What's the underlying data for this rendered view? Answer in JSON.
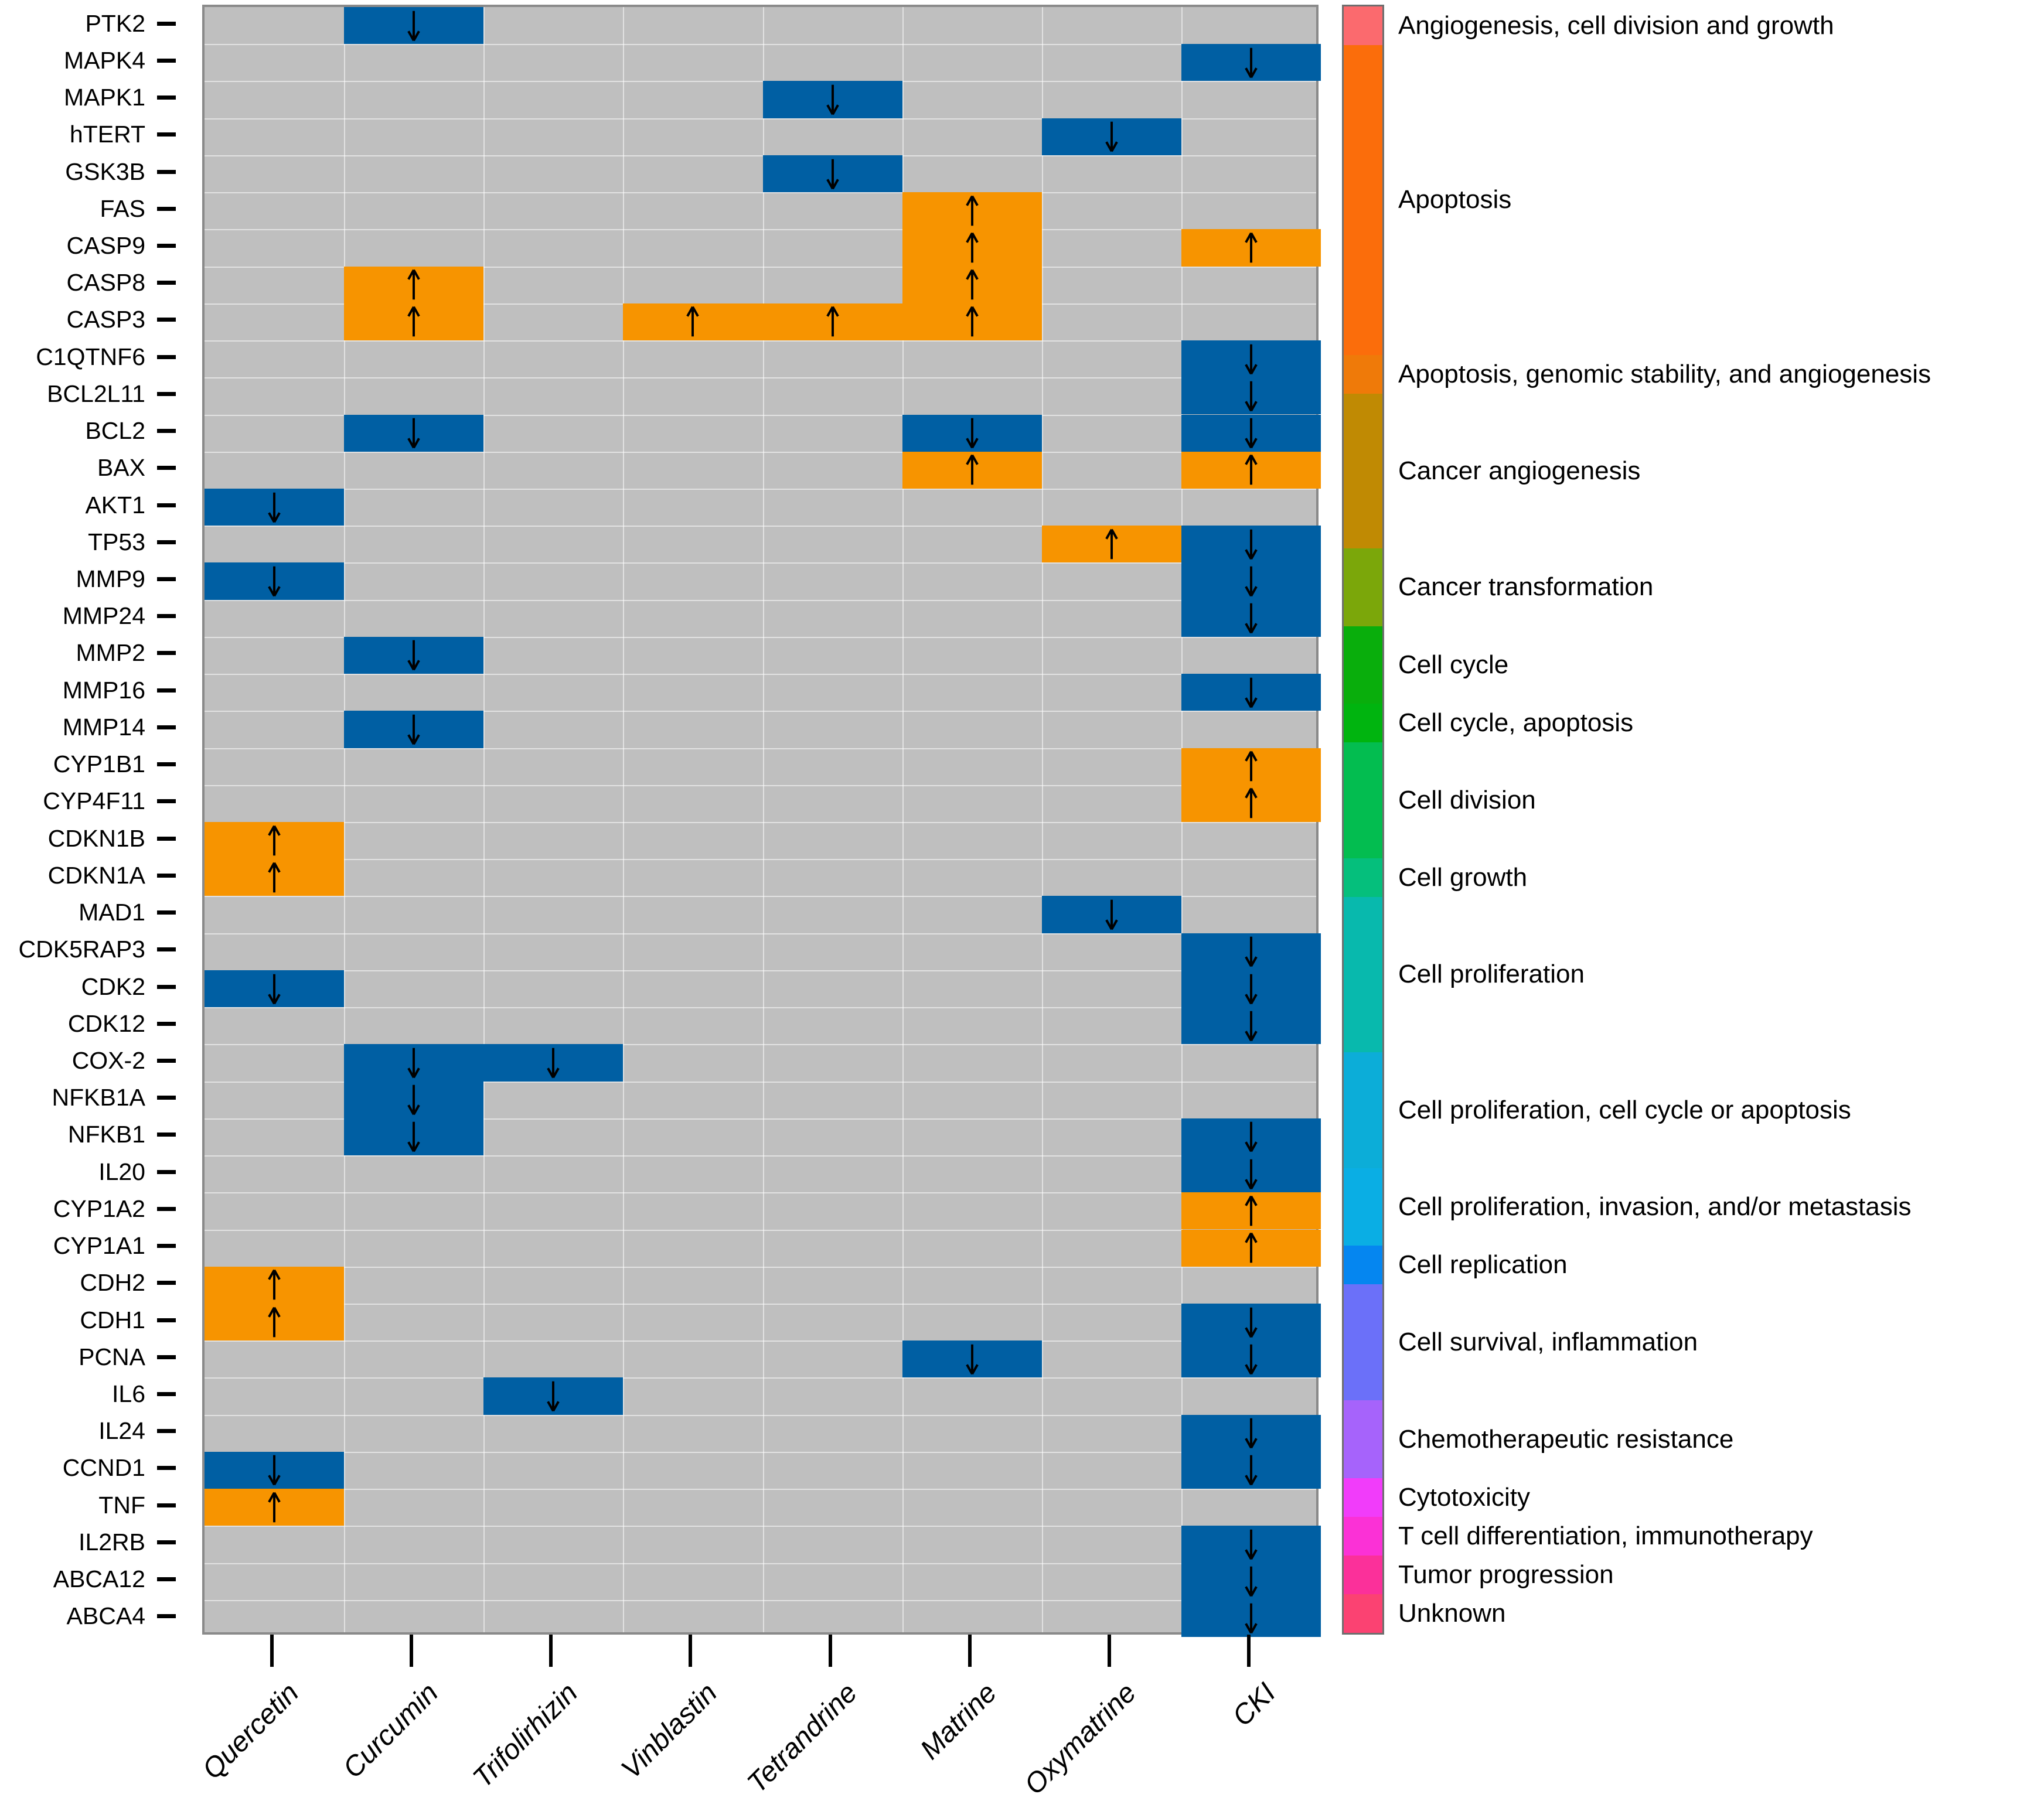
{
  "chart_data": {
    "type": "heatmap",
    "title": "",
    "xlabel": "",
    "ylabel": "",
    "grid": true,
    "legend_position": "right",
    "background_color": "#bfbfbf",
    "up_color": "#f79400",
    "down_color": "#005fa3",
    "none_color": "#bfbfbf",
    "up_symbol": "↑",
    "down_symbol": "↓",
    "categories": [
      "Quercetin",
      "Curcumin",
      "Trifolirhizin",
      "Vinblastin",
      "Tetrandrine",
      "Matrine",
      "Oxymatrine",
      "CKI"
    ],
    "genes": [
      "PTK2",
      "MAPK4",
      "MAPK1",
      "hTERT",
      "GSK3B",
      "FAS",
      "CASP9",
      "CASP8",
      "CASP3",
      "C1QTNF6",
      "BCL2L11",
      "BCL2",
      "BAX",
      "AKT1",
      "TP53",
      "MMP9",
      "MMP24",
      "MMP2",
      "MMP16",
      "MMP14",
      "CYP1B1",
      "CYP4F11",
      "CDKN1B",
      "CDKN1A",
      "MAD1",
      "CDK5RAP3",
      "CDK2",
      "CDK12",
      "COX-2",
      "NFKB1A",
      "NFKB1",
      "IL20",
      "CYP1A2",
      "CYP1A1",
      "CDH2",
      "CDH1",
      "PCNA",
      "IL6",
      "IL24",
      "CCND1",
      "TNF",
      "IL2RB",
      "ABCA12",
      "ABCA4"
    ],
    "values": [
      [
        "none",
        "down",
        "none",
        "none",
        "none",
        "none",
        "none",
        "none"
      ],
      [
        "none",
        "none",
        "none",
        "none",
        "none",
        "none",
        "none",
        "down"
      ],
      [
        "none",
        "none",
        "none",
        "none",
        "down",
        "none",
        "none",
        "none"
      ],
      [
        "none",
        "none",
        "none",
        "none",
        "none",
        "none",
        "down",
        "none"
      ],
      [
        "none",
        "none",
        "none",
        "none",
        "down",
        "none",
        "none",
        "none"
      ],
      [
        "none",
        "none",
        "none",
        "none",
        "none",
        "up",
        "none",
        "none"
      ],
      [
        "none",
        "none",
        "none",
        "none",
        "none",
        "up",
        "none",
        "up"
      ],
      [
        "none",
        "up",
        "none",
        "none",
        "none",
        "up",
        "none",
        "none"
      ],
      [
        "none",
        "up",
        "none",
        "up",
        "up",
        "up",
        "none",
        "none"
      ],
      [
        "none",
        "none",
        "none",
        "none",
        "none",
        "none",
        "none",
        "down"
      ],
      [
        "none",
        "none",
        "none",
        "none",
        "none",
        "none",
        "none",
        "down"
      ],
      [
        "none",
        "down",
        "none",
        "none",
        "none",
        "down",
        "none",
        "down"
      ],
      [
        "none",
        "none",
        "none",
        "none",
        "none",
        "up",
        "none",
        "up"
      ],
      [
        "down",
        "none",
        "none",
        "none",
        "none",
        "none",
        "none",
        "none"
      ],
      [
        "none",
        "none",
        "none",
        "none",
        "none",
        "none",
        "up",
        "down"
      ],
      [
        "down",
        "none",
        "none",
        "none",
        "none",
        "none",
        "none",
        "down"
      ],
      [
        "none",
        "none",
        "none",
        "none",
        "none",
        "none",
        "none",
        "down"
      ],
      [
        "none",
        "down",
        "none",
        "none",
        "none",
        "none",
        "none",
        "none"
      ],
      [
        "none",
        "none",
        "none",
        "none",
        "none",
        "none",
        "none",
        "down"
      ],
      [
        "none",
        "down",
        "none",
        "none",
        "none",
        "none",
        "none",
        "none"
      ],
      [
        "none",
        "none",
        "none",
        "none",
        "none",
        "none",
        "none",
        "up"
      ],
      [
        "none",
        "none",
        "none",
        "none",
        "none",
        "none",
        "none",
        "up"
      ],
      [
        "up",
        "none",
        "none",
        "none",
        "none",
        "none",
        "none",
        "none"
      ],
      [
        "up",
        "none",
        "none",
        "none",
        "none",
        "none",
        "none",
        "none"
      ],
      [
        "none",
        "none",
        "none",
        "none",
        "none",
        "none",
        "down",
        "none"
      ],
      [
        "none",
        "none",
        "none",
        "none",
        "none",
        "none",
        "none",
        "down"
      ],
      [
        "down",
        "none",
        "none",
        "none",
        "none",
        "none",
        "none",
        "down"
      ],
      [
        "none",
        "none",
        "none",
        "none",
        "none",
        "none",
        "none",
        "down"
      ],
      [
        "none",
        "down",
        "down",
        "none",
        "none",
        "none",
        "none",
        "none"
      ],
      [
        "none",
        "down",
        "none",
        "none",
        "none",
        "none",
        "none",
        "none"
      ],
      [
        "none",
        "down",
        "none",
        "none",
        "none",
        "none",
        "none",
        "down"
      ],
      [
        "none",
        "none",
        "none",
        "none",
        "none",
        "none",
        "none",
        "down"
      ],
      [
        "none",
        "none",
        "none",
        "none",
        "none",
        "none",
        "none",
        "up"
      ],
      [
        "none",
        "none",
        "none",
        "none",
        "none",
        "none",
        "none",
        "up"
      ],
      [
        "up",
        "none",
        "none",
        "none",
        "none",
        "none",
        "none",
        "none"
      ],
      [
        "up",
        "none",
        "none",
        "none",
        "none",
        "none",
        "none",
        "down"
      ],
      [
        "none",
        "none",
        "none",
        "none",
        "none",
        "down",
        "none",
        "down"
      ],
      [
        "none",
        "none",
        "down",
        "none",
        "none",
        "none",
        "none",
        "none"
      ],
      [
        "none",
        "none",
        "none",
        "none",
        "none",
        "none",
        "none",
        "down"
      ],
      [
        "down",
        "none",
        "none",
        "none",
        "none",
        "none",
        "none",
        "down"
      ],
      [
        "up",
        "none",
        "none",
        "none",
        "none",
        "none",
        "none",
        "none"
      ],
      [
        "none",
        "none",
        "none",
        "none",
        "none",
        "none",
        "none",
        "down"
      ],
      [
        "none",
        "none",
        "none",
        "none",
        "none",
        "none",
        "none",
        "down"
      ],
      [
        "none",
        "none",
        "none",
        "none",
        "none",
        "none",
        "none",
        "down"
      ]
    ],
    "legend": {
      "title": "",
      "entries": [
        {
          "label": "Angiogenesis, cell division and growth",
          "color": "#fb6a6e",
          "weight": 1
        },
        {
          "label": "Apoptosis",
          "color": "#fb6d0b",
          "weight": 8
        },
        {
          "label": "Apoptosis, genomic stability, and angiogenesis",
          "color": "#ef7a09",
          "weight": 1
        },
        {
          "label": "Cancer angiogenesis",
          "color": "#c08a03",
          "weight": 4
        },
        {
          "label": "Cancer transformation",
          "color": "#7ba70a",
          "weight": 2
        },
        {
          "label": "Cell cycle",
          "color": "#09ae0c",
          "weight": 2
        },
        {
          "label": "Cell cycle, apoptosis",
          "color": "#00b40f",
          "weight": 1
        },
        {
          "label": "Cell division",
          "color": "#03bd50",
          "weight": 3
        },
        {
          "label": "Cell growth",
          "color": "#05bf7c",
          "weight": 1
        },
        {
          "label": "Cell proliferation",
          "color": "#08b9ad",
          "weight": 4
        },
        {
          "label": "Cell proliferation, cell cycle or apoptosis",
          "color": "#0cadd8",
          "weight": 3
        },
        {
          "label": "Cell proliferation, invasion, and/or metastasis",
          "color": "#0aaee4",
          "weight": 2
        },
        {
          "label": "Cell replication",
          "color": "#0586f0",
          "weight": 1
        },
        {
          "label": "Cell survival, inflammation",
          "color": "#6b70f9",
          "weight": 3
        },
        {
          "label": "Chemotherapeutic resistance",
          "color": "#a663fb",
          "weight": 2
        },
        {
          "label": "Cytotoxicity",
          "color": "#f13cfa",
          "weight": 1
        },
        {
          "label": "T cell differentiation, immunotherapy",
          "color": "#fb31d6",
          "weight": 1
        },
        {
          "label": "Tumor progression",
          "color": "#fb309a",
          "weight": 1
        },
        {
          "label": "Unknown",
          "color": "#fb4272",
          "weight": 1
        }
      ]
    }
  }
}
